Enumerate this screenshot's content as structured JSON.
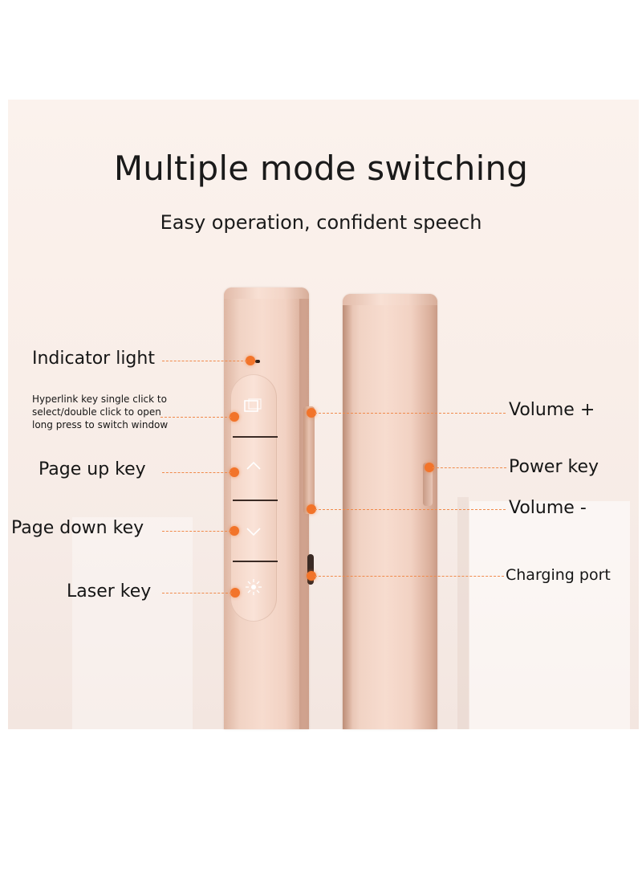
{
  "title": "Multiple mode switching",
  "subtitle": "Easy operation, confident speech",
  "labels": {
    "indicator_light": "Indicator light",
    "hyperlink_key": "Hyperlink key single click to select/double click to open long press to switch window",
    "page_up_key": "Page up key",
    "page_down_key": "Page down key",
    "laser_key": "Laser key",
    "volume_plus": "Volume +",
    "power_key": "Power key",
    "volume_minus": "Volume -",
    "charging_port": "Charging port"
  },
  "colors": {
    "accent_dot": "#f2742a",
    "device_body": "#f2d2c3",
    "background": "#fbf2ed"
  },
  "icons": [
    "hyperlink-window-icon",
    "chevron-up-icon",
    "chevron-down-icon",
    "laser-burst-icon"
  ]
}
